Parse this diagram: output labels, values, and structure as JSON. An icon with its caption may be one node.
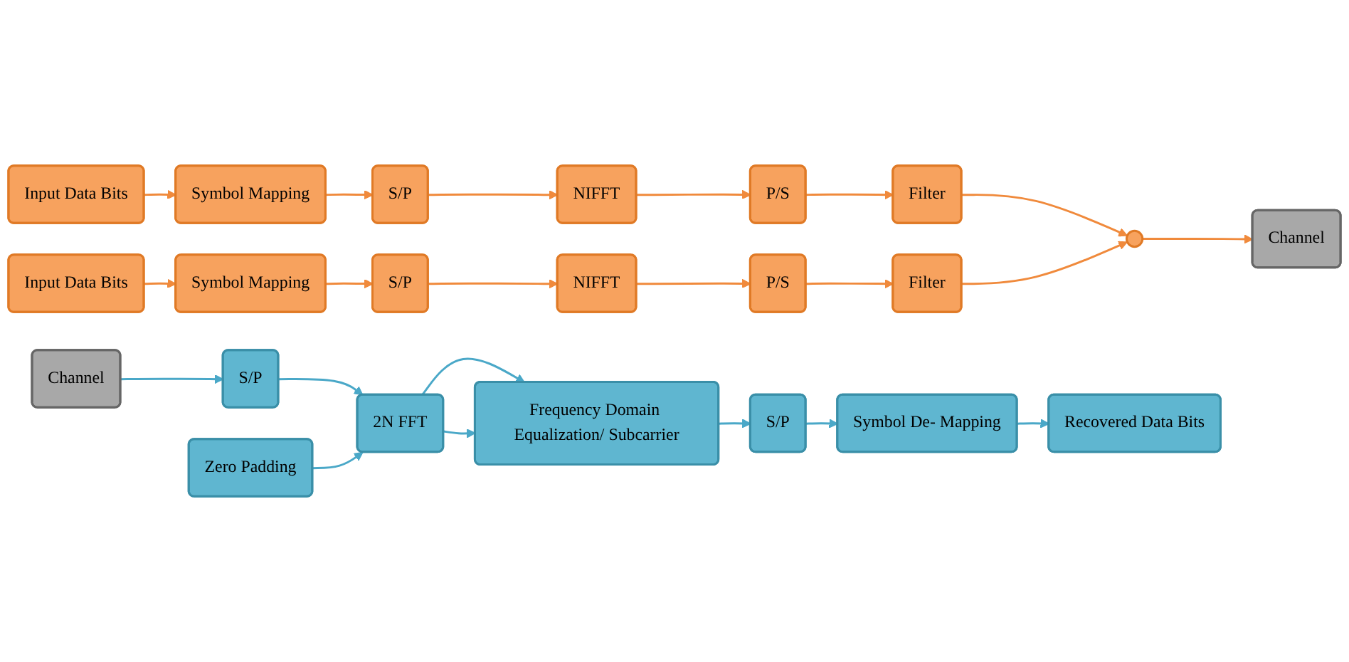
{
  "diagram": {
    "nodes": [
      {
        "text": [
          "Input Data Bits"
        ]
      },
      {
        "text": [
          "Symbol Mapping"
        ]
      },
      {
        "text": [
          "S/P"
        ]
      },
      {
        "text": [
          "NIFFT"
        ]
      },
      {
        "text": [
          "P/S"
        ]
      },
      {
        "text": [
          "Filter"
        ]
      },
      {
        "text": [
          "Input Data Bits"
        ]
      },
      {
        "text": [
          "Symbol Mapping"
        ]
      },
      {
        "text": [
          "S/P"
        ]
      },
      {
        "text": [
          "NIFFT"
        ]
      },
      {
        "text": [
          "P/S"
        ]
      },
      {
        "text": [
          "Filter"
        ]
      },
      {
        "text": [],
        "shape": "circle"
      },
      {
        "text": [
          "Channel"
        ]
      },
      {
        "text": [
          "Channel"
        ]
      },
      {
        "text": [
          "S/P"
        ]
      },
      {
        "text": [
          "2N FFT"
        ]
      },
      {
        "text": [
          "Zero Padding"
        ]
      },
      {
        "text": [
          "Frequency Domain Equalization/ Subcarrier"
        ]
      },
      {
        "text": [
          "S/P"
        ]
      },
      {
        "text": [
          "Symbol De- Mapping"
        ]
      },
      {
        "text": [
          "Recovered Data Bits"
        ]
      }
    ],
    "edges": [
      {
        "from": 0,
        "to": 1,
        "arrow": "to"
      },
      {
        "from": 1,
        "to": 2,
        "arrow": "to"
      },
      {
        "from": 2,
        "to": 3,
        "arrow": "to"
      },
      {
        "from": 3,
        "to": 4,
        "arrow": "to"
      },
      {
        "from": 4,
        "to": 5,
        "arrow": "to"
      },
      {
        "from": 6,
        "to": 7,
        "arrow": "to"
      },
      {
        "from": 7,
        "to": 8,
        "arrow": "to"
      },
      {
        "from": 8,
        "to": 9,
        "arrow": "to"
      },
      {
        "from": 9,
        "to": 10,
        "arrow": "to"
      },
      {
        "from": 10,
        "to": 11,
        "arrow": "to"
      },
      {
        "from": 5,
        "to": 12,
        "arrow": "to"
      },
      {
        "from": 11,
        "to": 12,
        "arrow": "to"
      },
      {
        "from": 12,
        "to": 13,
        "arrow": "to"
      },
      {
        "from": 14,
        "to": 15,
        "arrow": "to",
        "color": "#4aa8c8"
      },
      {
        "from": 15,
        "to": 16,
        "arrow": "to",
        "color": "#4aa8c8"
      },
      {
        "from": 16,
        "to": 18,
        "arrow": "to",
        "color": "#4aa8c8"
      },
      {
        "from": 16,
        "to": 18,
        "arrow": "to",
        "color": "#4aa8c8"
      },
      {
        "from": 17,
        "to": 16,
        "arrow": "to",
        "color": "#4aa8c8"
      },
      {
        "from": 18,
        "to": 19,
        "arrow": "to",
        "color": "#4aa8c8"
      },
      {
        "from": 19,
        "to": 20,
        "arrow": "to",
        "color": "#4aa8c8"
      },
      {
        "from": 20,
        "to": 21,
        "arrow": "to",
        "color": "#4aa8c8"
      }
    ]
  }
}
